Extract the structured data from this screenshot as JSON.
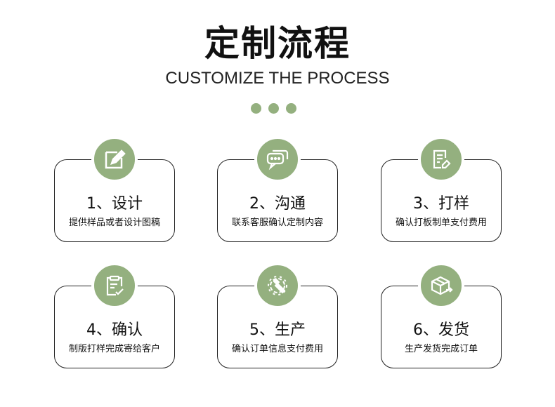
{
  "title": "定制流程",
  "subtitle": "CUSTOMIZE THE PROCESS",
  "accent": "#94b07f",
  "steps": [
    {
      "title": "1、设计",
      "desc": "提供样品或者设计图稿",
      "icon": "edit-icon"
    },
    {
      "title": "2、沟通",
      "desc": "联系客服确认定制内容",
      "icon": "chat-icon"
    },
    {
      "title": "3、打样",
      "desc": "确认打板制单支付费用",
      "icon": "document-tag-icon"
    },
    {
      "title": "4、确认",
      "desc": "制版打样完成寄给客户",
      "icon": "clipboard-check-icon"
    },
    {
      "title": "5、生产",
      "desc": "确认订单信息支付费用",
      "icon": "gear-wrench-icon"
    },
    {
      "title": "6、发货",
      "desc": "生产发货完成订单",
      "icon": "box-shipping-icon"
    }
  ]
}
